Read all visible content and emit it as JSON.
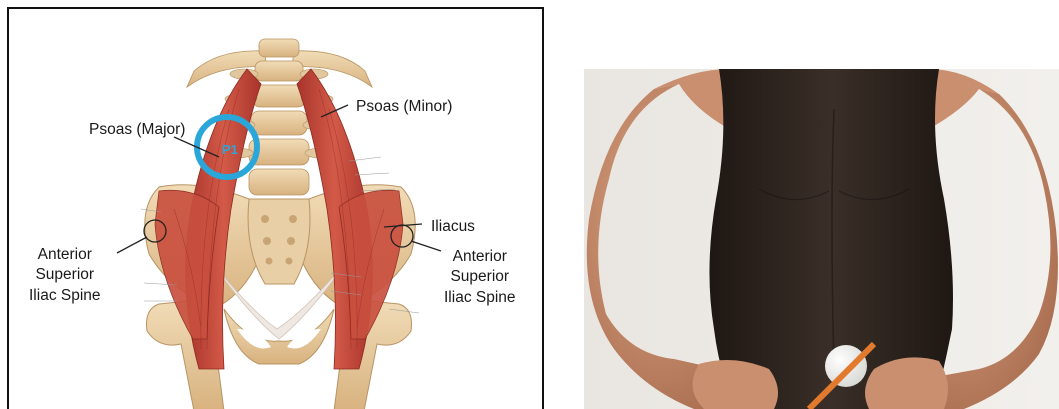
{
  "figure_left": {
    "labels": {
      "psoas_major": "Psoas (Major)",
      "psoas_minor": "Psoas (Minor)",
      "iliacus": "Iliacus",
      "asis_left": [
        "Anterior",
        "Superior",
        "Iliac Spine"
      ],
      "asis_right": [
        "Anterior",
        "Superior",
        "Iliac Spine"
      ]
    },
    "highlight_text": "P1",
    "colors": {
      "muscle": "#c0463a",
      "bone": "#e6c9a0",
      "highlight_ring": "#2aa6d8",
      "border": "#111111"
    }
  },
  "figure_right": {
    "description_icon": "photo-torso-with-ball",
    "colors": {
      "shirt": "#2a211c",
      "skin": "#c98f6f",
      "ball": "#f4f4f2",
      "pointer": "#e27a2e",
      "background": "#eceae5"
    }
  }
}
